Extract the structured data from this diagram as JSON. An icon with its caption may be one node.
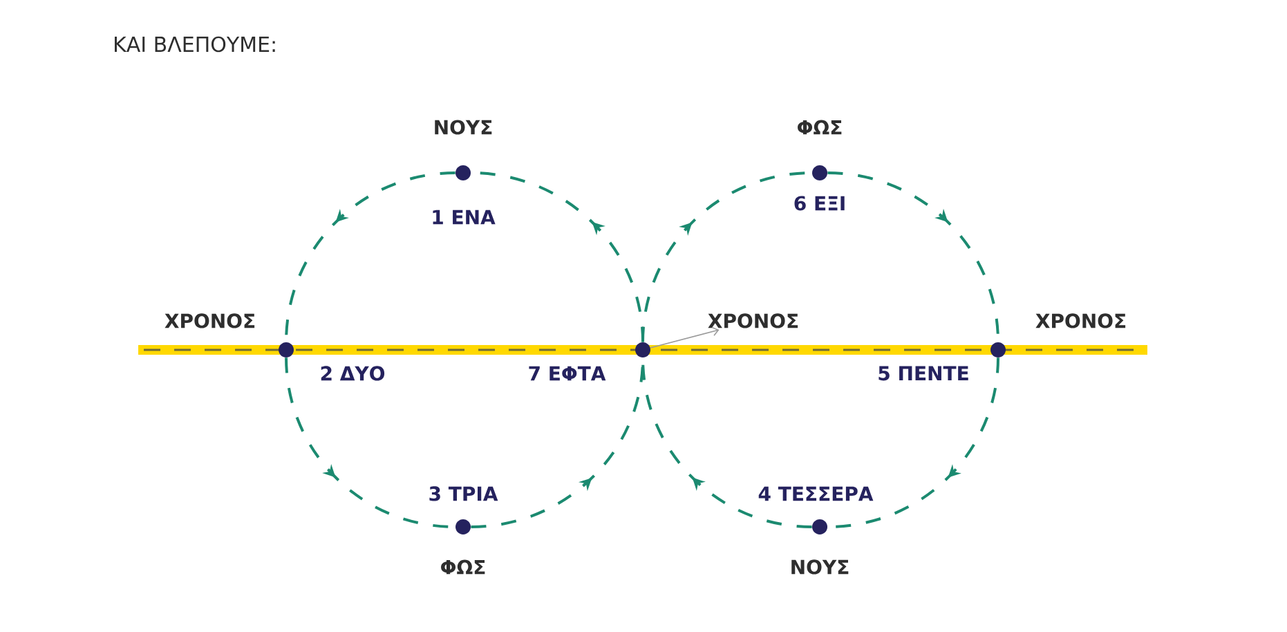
{
  "diagram": {
    "title": "ΚΑΙ ΒΛΕΠΟΥΜΕ:",
    "nodes": [
      {
        "text": [],
        "shape": "circle",
        "beside": [
          "ΝΟΥΣ",
          "1 ΕΝΑ"
        ]
      },
      {
        "text": [],
        "shape": "circle",
        "beside": [
          "ΧΡΟΝΟΣ",
          "2 ΔΥΟ"
        ]
      },
      {
        "text": [],
        "shape": "circle",
        "beside": [
          "3 ΤΡΙΑ",
          "ΦΩΣ"
        ]
      },
      {
        "text": [],
        "shape": "circle",
        "beside": [
          "7 ΕΦΤΑ"
        ]
      },
      {
        "text": [],
        "shape": "circle",
        "beside": [
          "ΦΩΣ",
          "6 ΕΞΙ"
        ]
      },
      {
        "text": [],
        "shape": "circle",
        "beside": [
          "ΧΡΟΝΟΣ",
          "5 ΠΕΝΤΕ"
        ]
      },
      {
        "text": [],
        "shape": "circle",
        "beside": [
          "4 ΤΕΣΣΕΡΑ",
          "ΝΟΥΣ"
        ]
      },
      {
        "text": [
          "ΧΡΟΝΟΣ"
        ]
      }
    ],
    "edges": [
      {
        "from": 3,
        "to": 0,
        "arrow": "to",
        "style": "dashed"
      },
      {
        "from": 0,
        "to": 1,
        "arrow": "to",
        "style": "dashed"
      },
      {
        "from": 1,
        "to": 2,
        "arrow": "to",
        "style": "dashed"
      },
      {
        "from": 2,
        "to": 3,
        "arrow": "to",
        "style": "dashed"
      },
      {
        "from": 3,
        "to": 4,
        "arrow": "to",
        "style": "dashed"
      },
      {
        "from": 4,
        "to": 5,
        "arrow": "to",
        "style": "dashed"
      },
      {
        "from": 5,
        "to": 6,
        "arrow": "to",
        "style": "dashed"
      },
      {
        "from": 6,
        "to": 3,
        "arrow": "to",
        "style": "dashed"
      },
      {
        "from": 3,
        "to": 7,
        "arrow": "to",
        "color": "#9a9a9a"
      }
    ]
  }
}
